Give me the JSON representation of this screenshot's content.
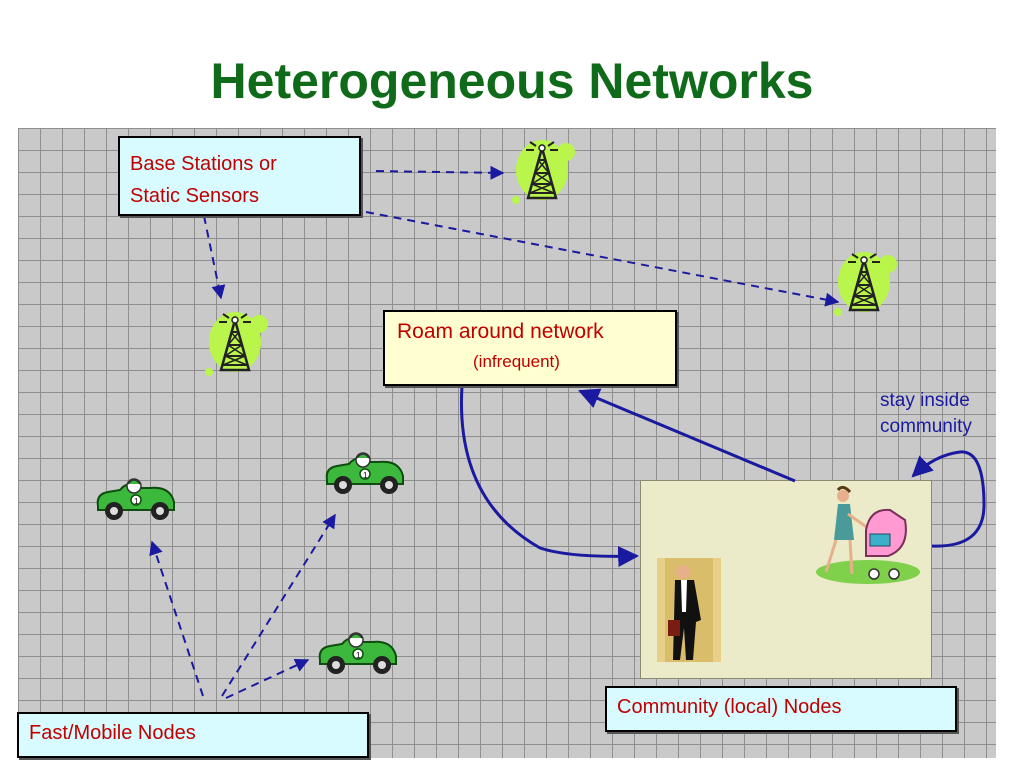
{
  "title": "Heterogeneous Networks",
  "boxes": {
    "base_stations_line1": "Base Stations or",
    "base_stations_line2": "Static Sensors",
    "roam_line1": "Roam around network",
    "roam_line2": "(infrequent)",
    "fast_mobile": "Fast/Mobile Nodes",
    "community_nodes": "Community (local) Nodes"
  },
  "annotations": {
    "stay_inside_line1": "stay inside",
    "stay_inside_line2": "community"
  },
  "icons": {
    "tower": "radio-tower-icon",
    "car": "race-car-icon",
    "businessman": "businessman-icon",
    "woman_stroller": "woman-with-stroller-icon"
  },
  "colors": {
    "title": "#0f6a1a",
    "box_text": "#c00000",
    "arrow": "#1a1aa0",
    "grid": "#c9c9c9",
    "cyan_box": "#d8fbff",
    "yellow_box": "#ffffd2",
    "community_area": "#ebebc9",
    "car_green": "#3cb83c",
    "tower_bg": "#b9f54a"
  }
}
